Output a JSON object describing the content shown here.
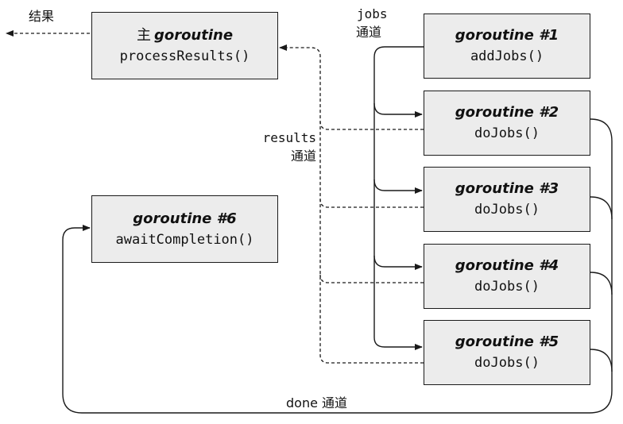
{
  "main": {
    "title_prefix": "主",
    "title": "goroutine",
    "call": "processResults()"
  },
  "waiter": {
    "title": "goroutine #6",
    "call": "awaitCompletion()"
  },
  "workers": [
    {
      "title": "goroutine #1",
      "call": "addJobs()"
    },
    {
      "title": "goroutine #2",
      "call": "doJobs()"
    },
    {
      "title": "goroutine #3",
      "call": "doJobs()"
    },
    {
      "title": "goroutine #4",
      "call": "doJobs()"
    },
    {
      "title": "goroutine #5",
      "call": "doJobs()"
    }
  ],
  "labels": {
    "result": "结果",
    "jobs_line1": "jobs",
    "jobs_line2": "通道",
    "results_line1": "results",
    "results_line2": "通道",
    "done": "done 通道"
  },
  "colors": {
    "box_fill": "#ececec",
    "stroke": "#1a1a1a"
  }
}
